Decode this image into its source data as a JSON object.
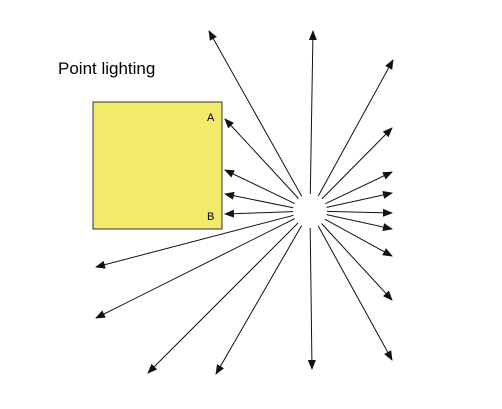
{
  "title": "Point lighting",
  "points": {
    "a": "A",
    "b": "B"
  },
  "colors": {
    "surface_fill": "#f2ea6a",
    "surface_stroke": "#333333",
    "ray": "#111111"
  }
}
